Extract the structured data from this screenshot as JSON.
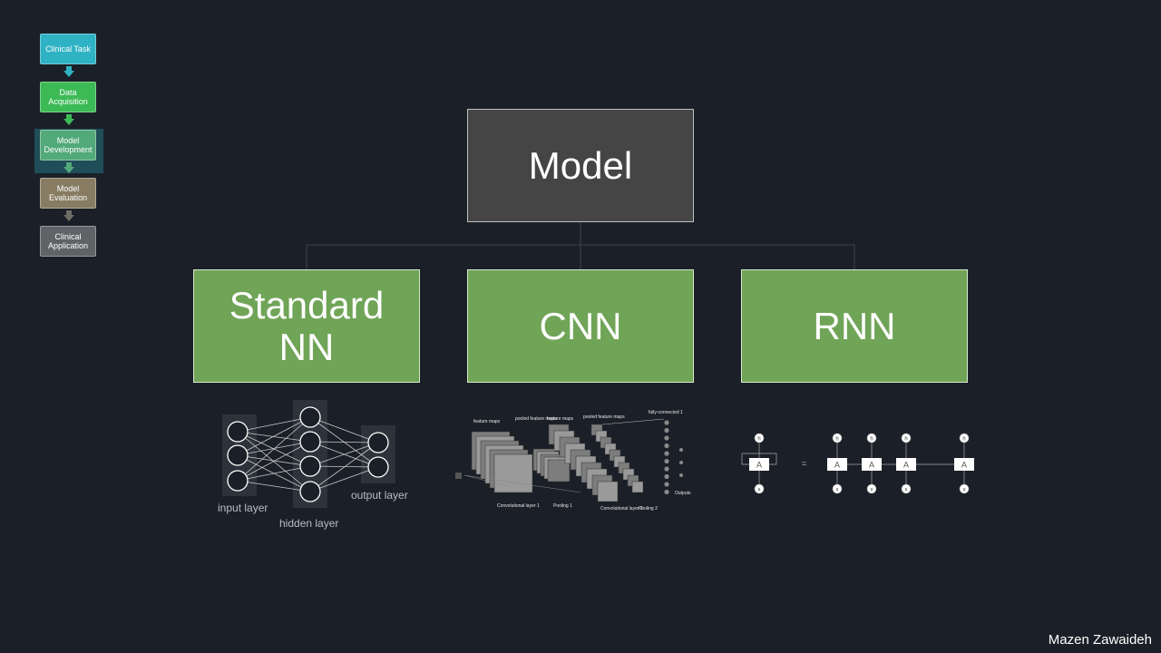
{
  "pipeline": {
    "steps": [
      {
        "label": "Clinical Task",
        "color": "#2fb3c4"
      },
      {
        "label": "Data Acquisition",
        "color": "#3cba55"
      },
      {
        "label": "Model Development",
        "color": "#52a97a"
      },
      {
        "label": "Model Evaluation",
        "color": "#877c62"
      },
      {
        "label": "Clinical Application",
        "color": "#5f6366"
      }
    ],
    "active_step": "Model Development"
  },
  "root": {
    "label": "Model"
  },
  "branches": [
    {
      "label": "Standard NN"
    },
    {
      "label": "CNN"
    },
    {
      "label": "RNN"
    }
  ],
  "nn_diagram": {
    "input_label": "input layer",
    "hidden_label": "hidden layer",
    "output_label": "output layer"
  },
  "cnn_diagram": {
    "labels": [
      "feature maps",
      "pooled feature maps",
      "feature maps",
      "pooled feature maps",
      "fully-connected 1",
      "Convolutional layer 1",
      "Pooling 1",
      "Convolutional layer 2",
      "Pooling 2",
      "Outputs"
    ]
  },
  "rnn_diagram": {
    "cell_label": "A",
    "output_label": "h",
    "input_label": "x",
    "equals": "="
  },
  "colors": {
    "background": "#1b2028",
    "root_box": "#454545",
    "branch_box": "#70a457"
  },
  "author": "Mazen Zawaideh"
}
